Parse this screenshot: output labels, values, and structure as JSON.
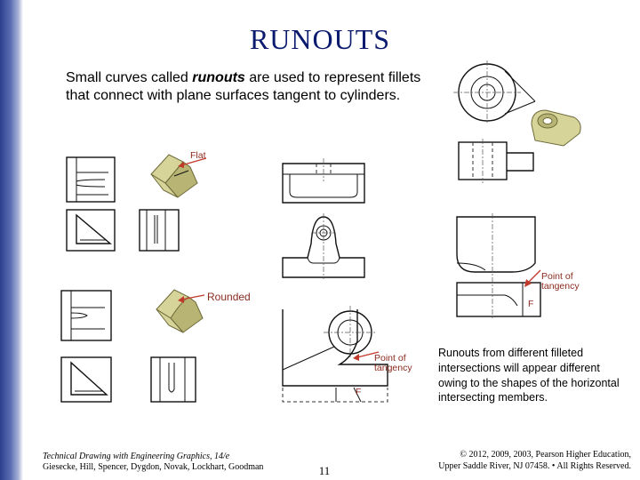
{
  "slide": {
    "title": "RUNOUTS",
    "intro_before": "Small curves called ",
    "intro_emph": "runouts",
    "intro_after": " are used to represent fillets that connect with plane surfaces tangent to cylinders.",
    "caption": "Runouts from different filleted intersections will appear different owing to the shapes of the horizontal intersecting members.",
    "page_number": "11"
  },
  "figures": {
    "flat_label": "Flat",
    "rounded_label": "Rounded",
    "point_of_tangency_label_1": "Point of tangency",
    "point_of_tangency_label_2": "Point of tangency",
    "fillet_letter_1": "F",
    "fillet_letter_2": "F"
  },
  "footer": {
    "book_title": "Technical Drawing with Engineering Graphics, 14/e",
    "authors": "Giesecke, Hill, Spencer, Dygdon, Novak, Lockhart, Goodman",
    "copyright_line1": "© 2012, 2009, 2003, Pearson Higher Education,",
    "copyright_line2": "Upper Saddle River, NJ 07458. • All Rights Reserved."
  },
  "colors": {
    "title": "#0a1a6e",
    "sidebar": "#2b3f8f",
    "callout": "#c0392b",
    "isometric_fill": "#d7d49a"
  }
}
